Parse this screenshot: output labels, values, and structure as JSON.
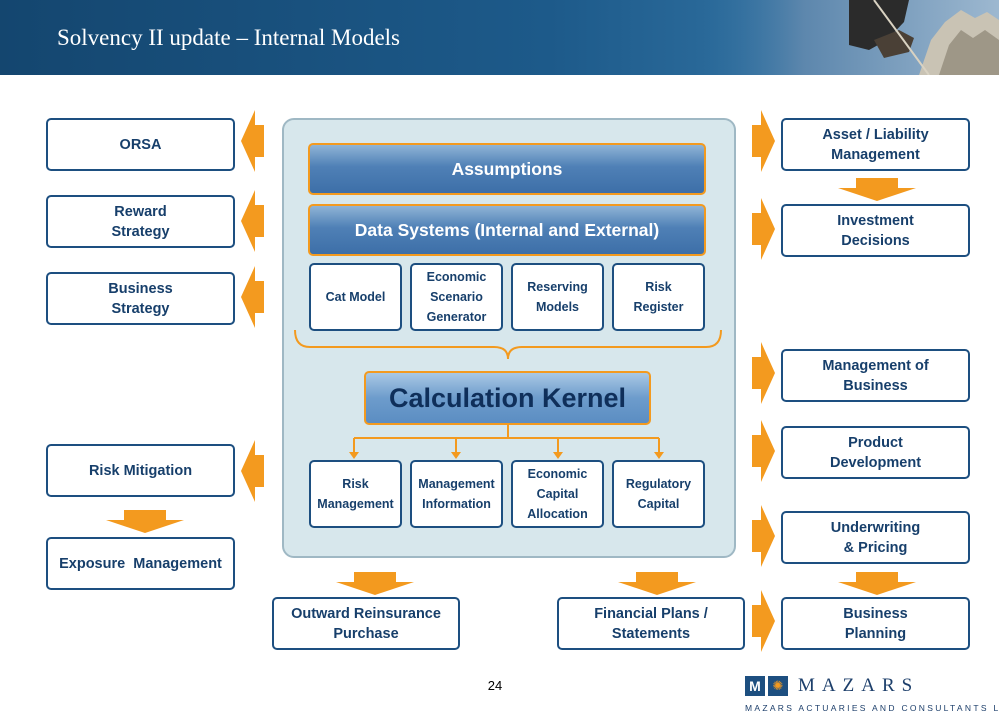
{
  "header": {
    "title": "Solvency II update – Internal Models"
  },
  "left_boxes": {
    "orsa": "ORSA",
    "reward": "Reward\nStrategy",
    "business_strategy": "Business\nStrategy",
    "risk_mitigation": "Risk Mitigation",
    "exposure": "Exposure  Management"
  },
  "panel": {
    "assumptions": "Assumptions",
    "data_systems": "Data Systems (Internal and External)",
    "inputs": [
      "Cat Model",
      "Economic\nScenario\nGenerator",
      "Reserving\nModels",
      "Risk\nRegister"
    ],
    "kernel": "Calculation Kernel",
    "outputs": [
      "Risk\nManagement",
      "Management\nInformation",
      "Economic\nCapital\nAllocation",
      "Regulatory\nCapital"
    ]
  },
  "right_boxes": {
    "alm": "Asset / Liability\nManagement",
    "investment": "Investment\nDecisions",
    "mgmt_business": "Management of\nBusiness",
    "product": "Product\nDevelopment",
    "underwriting": "Underwriting\n& Pricing",
    "business_planning": "Business\nPlanning"
  },
  "bottom_boxes": {
    "outward": "Outward Reinsurance\nPurchase",
    "financial": "Financial Plans /\nStatements"
  },
  "footer": {
    "page_number": "24",
    "logo_letter": "M",
    "logo_name": "MAZARS",
    "logo_tagline": "MAZARS ACTUARIES AND CONSULTANTS LLP"
  },
  "colors": {
    "navy": "#1d4f80",
    "orange": "#f39a1f",
    "panel": "#d7e7ec"
  }
}
